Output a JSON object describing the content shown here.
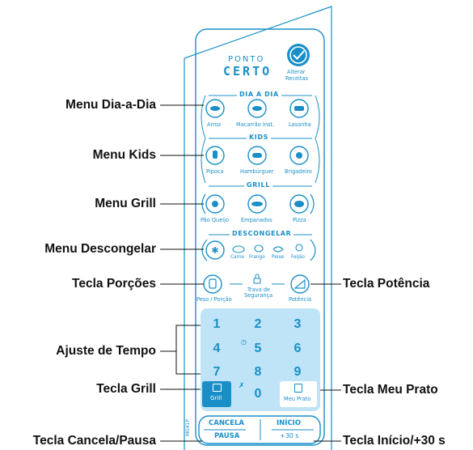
{
  "brand": {
    "line1": "PONTO",
    "line2": "CERTO",
    "alter_label_1": "Alterar",
    "alter_label_2": "Receitas"
  },
  "sections": {
    "dia": "DIA A DIA",
    "kids": "KIDS",
    "grill": "GRILL",
    "descongelar": "DESCONGELAR"
  },
  "dia_items": [
    "Arroz",
    "Macarrão Inst.",
    "Lasanha"
  ],
  "kids_items": [
    "Pipoca",
    "Hambúrguer",
    "Brigadeiro"
  ],
  "grill_items": [
    "Pão Queijo",
    "Empanados",
    "Pizza"
  ],
  "descongelar_items": [
    "Carne",
    "Frango",
    "Peixe",
    "Feijão"
  ],
  "middle": {
    "peso": "Peso / Porção",
    "trava_1": "Trava de",
    "trava_2": "Segurança",
    "potencia": "Potência"
  },
  "keypad": {
    "keys": [
      "1",
      "2",
      "3",
      "4",
      "5",
      "6",
      "7",
      "8",
      "9"
    ],
    "zero": "0",
    "grill": "Grill",
    "meu_prato": "Meu Prato"
  },
  "bottom": {
    "cancela": "CANCELA",
    "pausa": "PAUSA",
    "inicio": "INÍCIO",
    "plus30": "+30 s",
    "model": "MG41P"
  },
  "callouts": {
    "dia": "Menu Dia-a-Dia",
    "kids": "Menu Kids",
    "grill": "Menu Grill",
    "descongelar": "Menu Descongelar",
    "porcoes": "Tecla Porções",
    "tempo": "Ajuste de Tempo",
    "tecla_grill": "Tecla Grill",
    "cancela": "Tecla Cancela/Pausa",
    "potencia": "Tecla Potência",
    "meu_prato": "Tecla Meu Prato",
    "inicio": "Tecla Início/+30 s"
  },
  "colors": {
    "accent": "#1a8fc7",
    "keypad": "#bfe4f7",
    "grill_key": "#1a8fc7"
  }
}
